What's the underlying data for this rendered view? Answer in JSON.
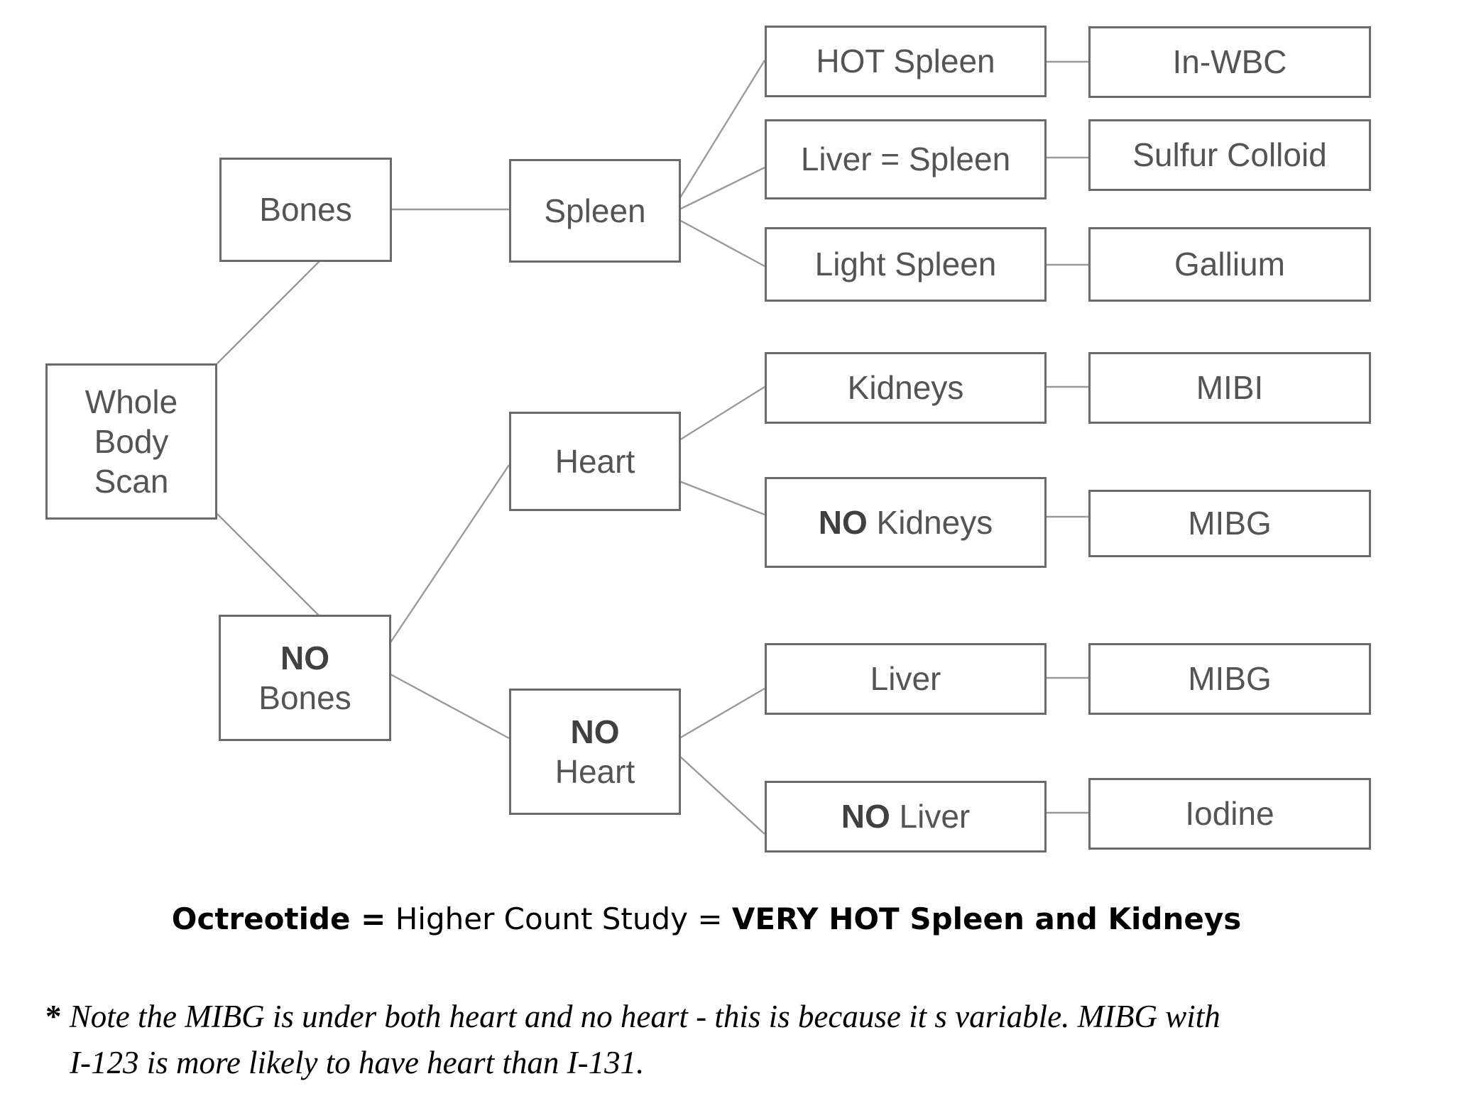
{
  "root": {
    "lines": [
      "Whole",
      "Body",
      "Scan"
    ]
  },
  "level1": {
    "bones": "Bones",
    "no_bones": {
      "bold": "NO",
      "rest": "Bones"
    }
  },
  "level2": {
    "spleen": "Spleen",
    "heart": "Heart",
    "no_heart": {
      "bold": "NO",
      "rest": "Heart"
    }
  },
  "findings": {
    "hot_spleen": "HOT Spleen",
    "liver_equals_spleen": "Liver = Spleen",
    "light_spleen": "Light Spleen",
    "kidneys": "Kidneys",
    "no_kidneys": {
      "bold": "NO",
      "rest": " Kidneys"
    },
    "liver": "Liver",
    "no_liver": {
      "bold": "NO",
      "rest": " Liver"
    }
  },
  "agents": {
    "in_wbc": "In-WBC",
    "sulfur_colloid": "Sulfur Colloid",
    "gallium": "Gallium",
    "mibi": "MIBI",
    "mibg_heart": "MIBG",
    "mibg_no_heart": "MIBG",
    "iodine": "Iodine"
  },
  "summary": {
    "part1": "Octreotide =",
    "part2": " Higher Count Study = ",
    "part3": "VERY HOT Spleen and Kidneys"
  },
  "note": {
    "star": "*",
    "line1": " Note the MIBG is under both heart and no heart - this is because it s variable. MIBG with",
    "line2": "I-123 is more likely to have heart than I-131."
  }
}
